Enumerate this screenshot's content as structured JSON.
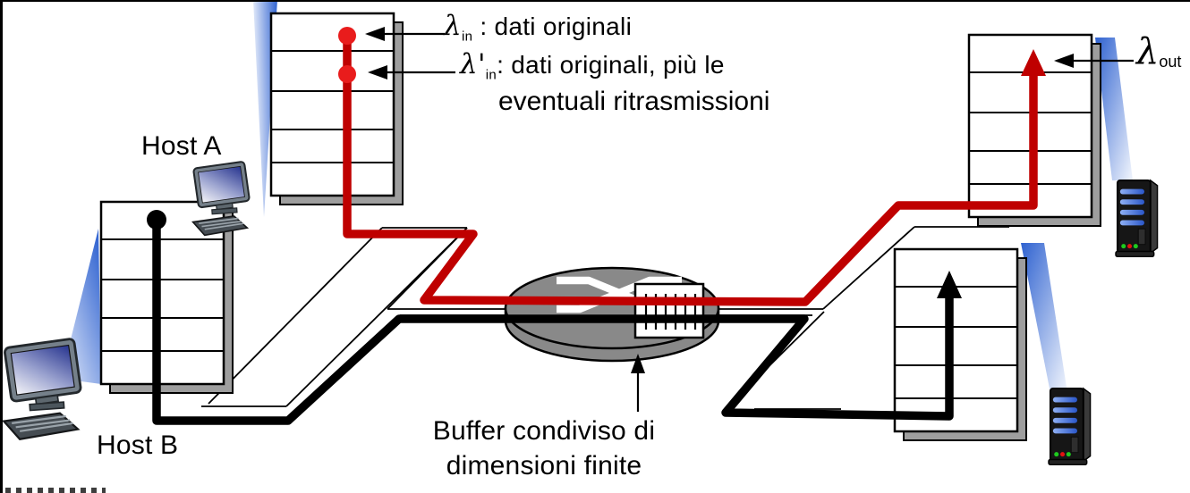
{
  "title": "Congestion scenario diagram: two hosts, one router with finite shared buffer",
  "labels": {
    "lambda_in": {
      "sym": "λ",
      "sub": "in",
      "rest": " : dati originali"
    },
    "lambda_prime": {
      "sym": "λ'",
      "sub": "in",
      "rest": ": dati originali, più le",
      "rest2": "eventuali ritrasmissioni"
    },
    "lambda_out": {
      "sym": "λ",
      "sub": "out"
    },
    "host_a": "Host A",
    "host_b": "Host B",
    "buffer": {
      "line1": "Buffer condiviso di",
      "line2": "dimensioni finite"
    }
  },
  "icons": {
    "router": "router-cylinder-with-crossbar-icon",
    "shared_buffer": "queue-comb-buffer-icon",
    "host_computer": "desktop-computer-icon",
    "server": "server-tower-icon",
    "red_packet": "red-packet-dot",
    "black_packet": "black-packet-dot",
    "pointer_arrows": "thin-black-arrow"
  },
  "colors": {
    "wire_red": "#bf0000",
    "packet_dot_red": "#e91c1c",
    "wire_black": "#000000",
    "router_gray": "#898989",
    "queue_shadow_gray": "#9e9e9e",
    "beam_blue": "#2f62d0",
    "server_bar_blue": "#2a56c8"
  }
}
